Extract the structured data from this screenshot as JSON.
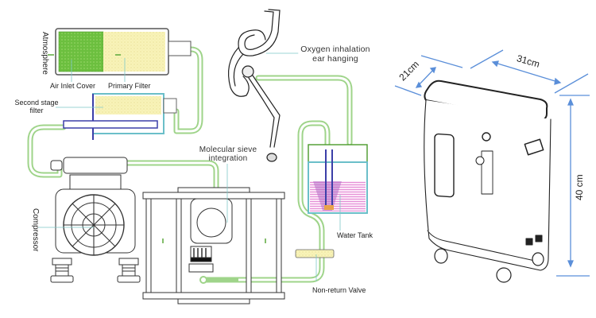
{
  "diagram": {
    "title": "Oxygen concentrator working principle and dimensions",
    "labels": {
      "atmosphere": "Atmosphere",
      "air_inlet_cover": "Air Inlet Cover",
      "primary_filter": "Primary Filter",
      "second_stage_filter": "Second stage\nfilter",
      "second_stage_filter_line1": "Second stage",
      "second_stage_filter_line2": "filter",
      "oxygen_inhalation_line1": "Oxygen inhalation",
      "oxygen_inhalation_line2": "ear hanging",
      "molecular_sieve_line1": "Molecular sieve",
      "molecular_sieve_line2": "integration",
      "compressor": "Compressor",
      "water_tank": "Water Tank",
      "non_return_valve": "Non-return Valve"
    },
    "colors": {
      "tube_green": "#9fd48a",
      "tube_inner": "#ffffff",
      "filter_green": "#6cbf3f",
      "filter_yellow": "#f8f3b8",
      "leader_teal": "#7ec8c8",
      "tank_blue": "#6bbfc9",
      "water_pink": "#e58fd6",
      "rod_blue": "#3b3fa8",
      "dimension_blue": "#5b8fd9",
      "outline": "#222222"
    }
  },
  "product": {
    "dimensions": {
      "depth": "21cm",
      "width": "31cm",
      "height": "40 cm"
    }
  }
}
